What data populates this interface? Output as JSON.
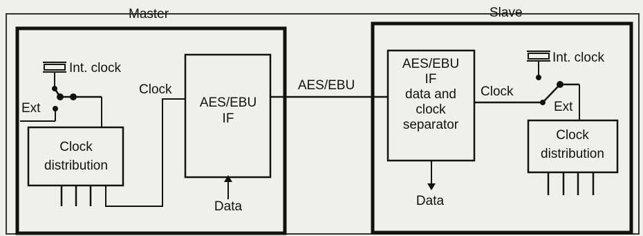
{
  "master": {
    "title": "Master",
    "int_clock": "Int. clock",
    "ext": "Ext",
    "clock": "Clock",
    "clock_distribution": [
      "Clock",
      "distribution"
    ],
    "interface": [
      "AES/EBU",
      "IF"
    ],
    "data": "Data"
  },
  "link": {
    "label": "AES/EBU"
  },
  "slave": {
    "title": "Slave",
    "int_clock": "Int. clock",
    "ext": "Ext",
    "clock": "Clock",
    "separator": [
      "AES/EBU",
      "IF",
      "data and",
      "clock",
      "separator"
    ],
    "clock_distribution": [
      "Clock",
      "distribution"
    ],
    "data": "Data"
  }
}
